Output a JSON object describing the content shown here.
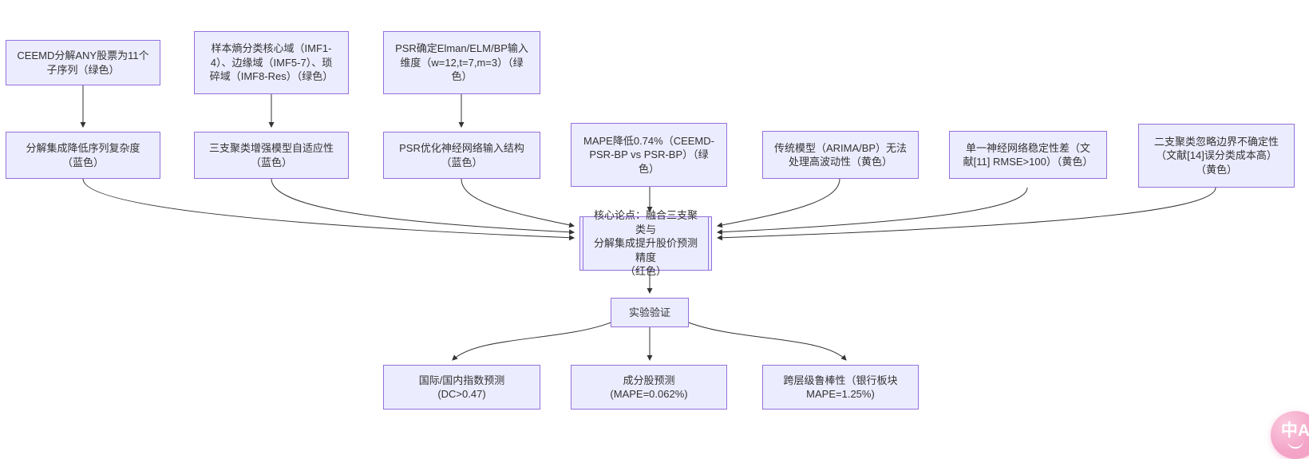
{
  "diagram": {
    "nodes": {
      "ceemd": {
        "text": "CEEMD分解ANY股票为11个\n子序列（绿色）"
      },
      "entropy": {
        "text": "样本熵分类核心域（IMF1-\n4）、边缘域（IMF5-7）、琐\n碎域（IMF8-Res）（绿色）"
      },
      "psrdim": {
        "text": "PSR确定Elman/ELM/BP输入\n维度（w=12,t=7,m=3）（绿\n色）"
      },
      "decomp": {
        "text": "分解集成降低序列复杂度\n（蓝色）"
      },
      "threeway": {
        "text": "三支聚类增强模型自适应性\n（蓝色）"
      },
      "psropt": {
        "text": "PSR优化神经网络输入结构\n（蓝色）"
      },
      "mape": {
        "text": "MAPE降低0.74%（CEEMD-\nPSR-BP vs PSR-BP）（绿\n色）"
      },
      "trad": {
        "text": "传统模型（ARIMA/BP）无法\n处理高波动性（黄色）"
      },
      "singlenn": {
        "text": "单一神经网络稳定性差（文\n献[11] RMSE>100）（黄色）"
      },
      "twoway": {
        "text": "二支聚类忽略边界不确定性\n（文献[14]误分类成本高）\n（黄色）"
      },
      "core": {
        "text": "核心论点：融合三支聚类与\n分解集成提升股价预测精度\n（红色）"
      },
      "exp": {
        "text": "实验验证"
      },
      "index": {
        "text": "国际/国内指数预测\n(DC>0.47)"
      },
      "constit": {
        "text": "成分股预测\n(MAPE=0.062%)"
      },
      "robust": {
        "text": "跨层级鲁棒性（银行板块\nMAPE=1.25%)"
      }
    },
    "edges": [
      {
        "from": "ceemd",
        "to": "decomp"
      },
      {
        "from": "entropy",
        "to": "threeway"
      },
      {
        "from": "psrdim",
        "to": "psropt"
      },
      {
        "from": "decomp",
        "to": "core"
      },
      {
        "from": "threeway",
        "to": "core"
      },
      {
        "from": "psropt",
        "to": "core"
      },
      {
        "from": "mape",
        "to": "core"
      },
      {
        "from": "trad",
        "to": "core"
      },
      {
        "from": "singlenn",
        "to": "core"
      },
      {
        "from": "twoway",
        "to": "core"
      },
      {
        "from": "core",
        "to": "exp"
      },
      {
        "from": "exp",
        "to": "index"
      },
      {
        "from": "exp",
        "to": "constit"
      },
      {
        "from": "exp",
        "to": "robust"
      }
    ],
    "colors": {
      "node_fill": "#ECECFF",
      "node_border": "#9370DB",
      "arrow": "#333333",
      "text": "#333333",
      "translate_button_pink": "#F4A6C8"
    }
  },
  "floating_button": {
    "label": "中A"
  }
}
